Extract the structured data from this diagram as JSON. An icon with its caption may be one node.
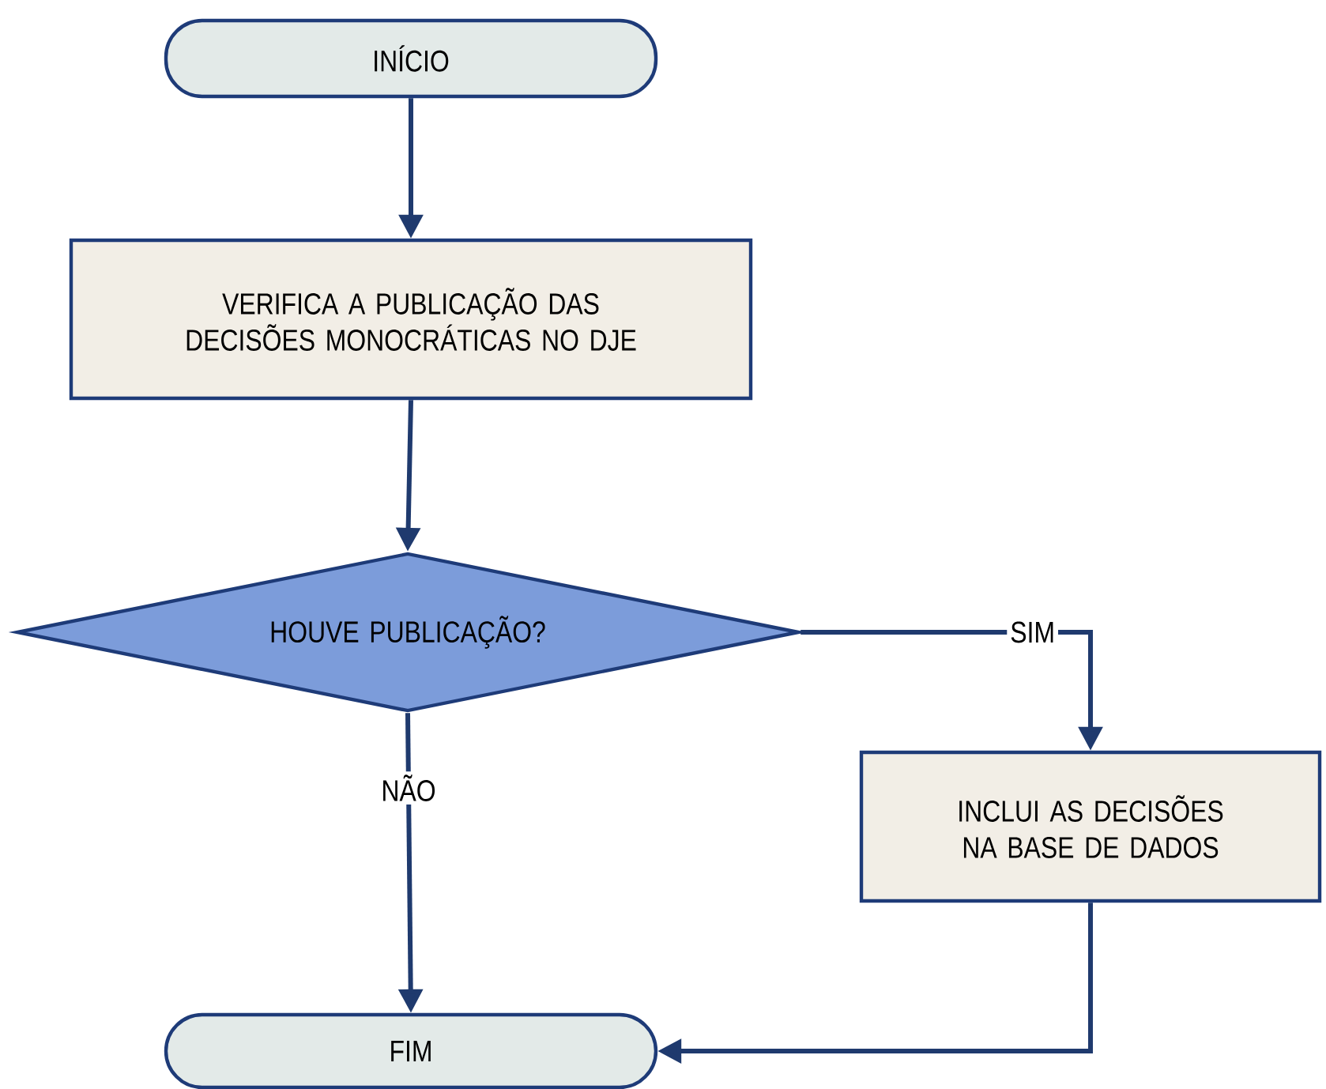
{
  "diagram": {
    "nodes": [
      {
        "text": [
          "INÍCIO"
        ]
      },
      {
        "text": [
          "VERIFICA A PUBLICAÇÃO DAS DECISÕES MONOCRÁTICAS NO DJE"
        ]
      },
      {
        "text": [
          "HOUVE PUBLICAÇÃO?"
        ]
      },
      {
        "text": [
          "INCLUI AS DECISÕES NA BASE DE DADOS"
        ]
      },
      {
        "text": [
          "FIM"
        ]
      }
    ],
    "edges": [
      {
        "from": 0,
        "to": 1,
        "arrow": "to"
      },
      {
        "from": 1,
        "to": 2,
        "arrow": "to"
      },
      {
        "from": 2,
        "to": 3,
        "arrow": "to",
        "label": "SIM"
      },
      {
        "from": 2,
        "to": 4,
        "arrow": "to",
        "label": "NÃO"
      },
      {
        "from": 3,
        "to": 4,
        "arrow": "to"
      }
    ]
  }
}
